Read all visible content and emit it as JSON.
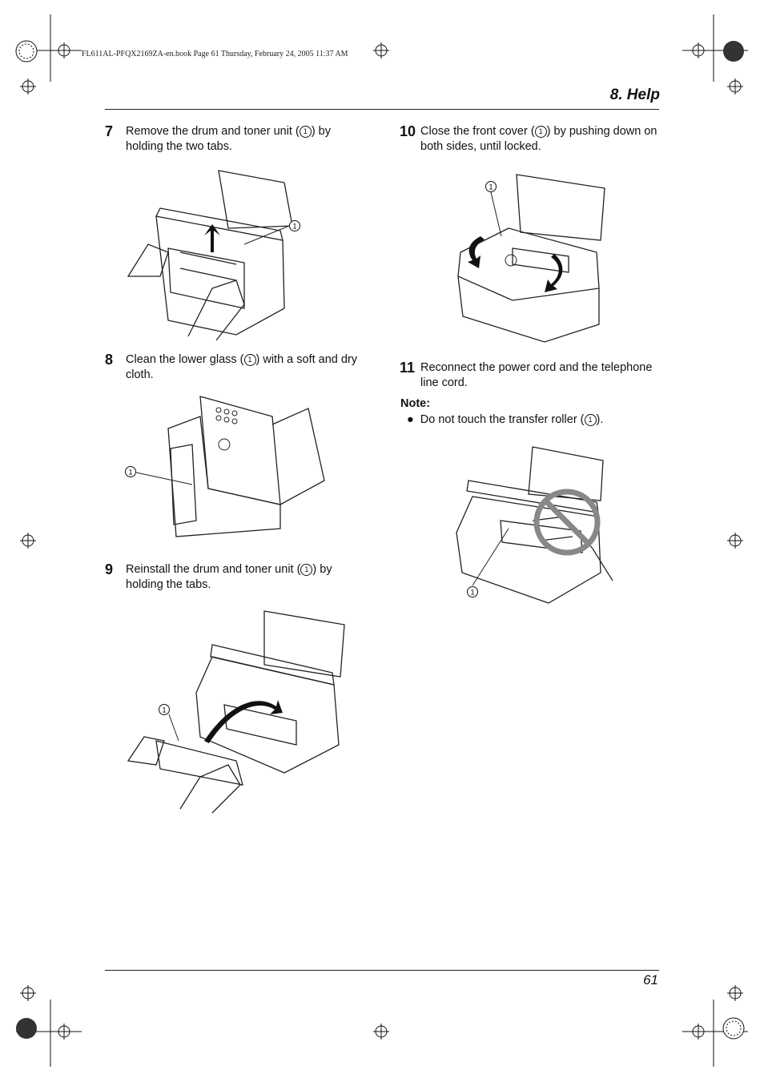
{
  "header": {
    "book_info": "FL611AL-PFQX2169ZA-en.book  Page 61  Thursday, February 24, 2005  11:37 AM",
    "section_title": "8. Help"
  },
  "callout_symbol": "1",
  "steps": [
    {
      "number": "7",
      "text_before": "Remove the drum and toner unit (",
      "text_after": ") by holding the two tabs."
    },
    {
      "number": "8",
      "text_before": "Clean the lower glass (",
      "text_after": ") with a soft and dry cloth."
    },
    {
      "number": "9",
      "text_before": "Reinstall the drum and toner unit (",
      "text_after": ") by holding the tabs."
    },
    {
      "number": "10",
      "text_before": "Close the front cover (",
      "text_after": ") by pushing down on both sides, until locked."
    },
    {
      "number": "11",
      "text": "Reconnect the power cord and the telephone line cord."
    }
  ],
  "note": {
    "heading": "Note:",
    "bullet_text_before": "Do not touch the transfer roller (",
    "bullet_text_after": ")."
  },
  "footer": {
    "page_number": "61"
  }
}
